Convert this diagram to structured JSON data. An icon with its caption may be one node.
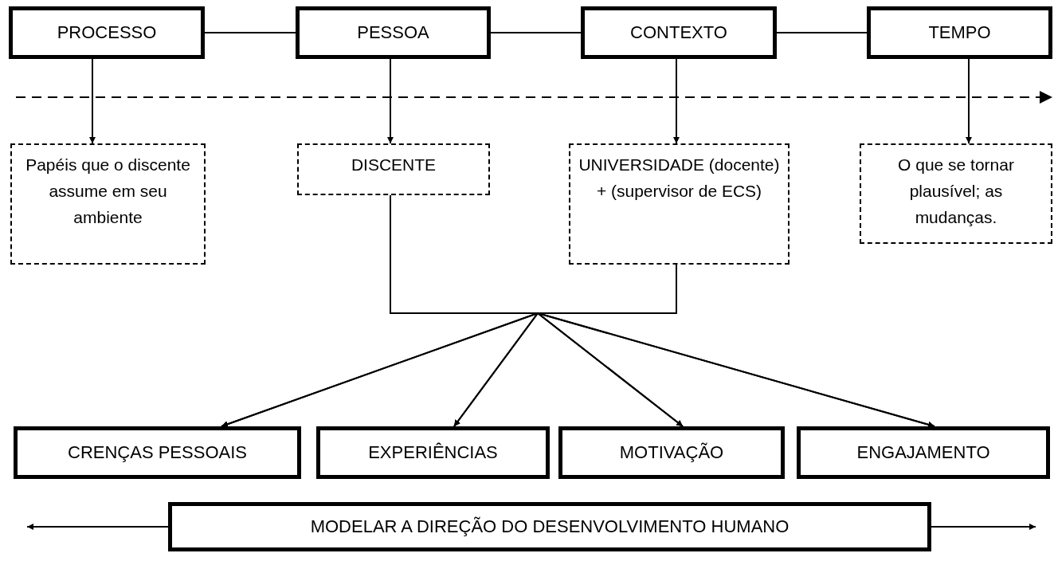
{
  "diagram": {
    "nodes": [
      {
        "text": [
          "PROCESSO"
        ]
      },
      {
        "text": [
          "PESSOA"
        ]
      },
      {
        "text": [
          "CONTEXTO"
        ]
      },
      {
        "text": [
          "TEMPO"
        ]
      },
      {
        "text": [
          "Papéis que o discente assume em seu ambiente"
        ]
      },
      {
        "text": [
          "DISCENTE"
        ]
      },
      {
        "text": [
          "UNIVERSIDADE (docente) + (supervisor de ECS)"
        ]
      },
      {
        "text": [
          "O que se tornar plausível; as mudanças."
        ]
      },
      {
        "text": [
          "CRENÇAS PESSOAIS"
        ]
      },
      {
        "text": [
          "EXPERIÊNCIAS"
        ]
      },
      {
        "text": [
          "MOTIVAÇÃO"
        ]
      },
      {
        "text": [
          "ENGAJAMENTO"
        ]
      },
      {
        "text": [
          "MODELAR A DIREÇÃO DO DESENVOLVIMENTO HUMANO"
        ]
      }
    ],
    "edges": [
      {
        "from": 0,
        "to": 1,
        "arrow": "none"
      },
      {
        "from": 1,
        "to": 2,
        "arrow": "none"
      },
      {
        "from": 2,
        "to": 3,
        "arrow": "none"
      },
      {
        "from": 0,
        "to": 4,
        "arrow": "to"
      },
      {
        "from": 1,
        "to": 5,
        "arrow": "to"
      },
      {
        "from": 2,
        "to": 6,
        "arrow": "to"
      },
      {
        "from": 3,
        "to": 7,
        "arrow": "to"
      },
      {
        "from": 5,
        "to": 8,
        "arrow": "to"
      },
      {
        "from": 5,
        "to": 9,
        "arrow": "to"
      },
      {
        "from": 5,
        "to": 10,
        "arrow": "to"
      },
      {
        "from": 5,
        "to": 11,
        "arrow": "to"
      },
      {
        "from": 6,
        "to": 8,
        "arrow": "to"
      },
      {
        "from": 6,
        "to": 9,
        "arrow": "to"
      },
      {
        "from": 6,
        "to": 10,
        "arrow": "to"
      },
      {
        "from": 6,
        "to": 11,
        "arrow": "to"
      },
      {
        "from": 12,
        "to": null,
        "arrow": "to"
      },
      {
        "from": 12,
        "to": null,
        "arrow": "to"
      }
    ]
  }
}
